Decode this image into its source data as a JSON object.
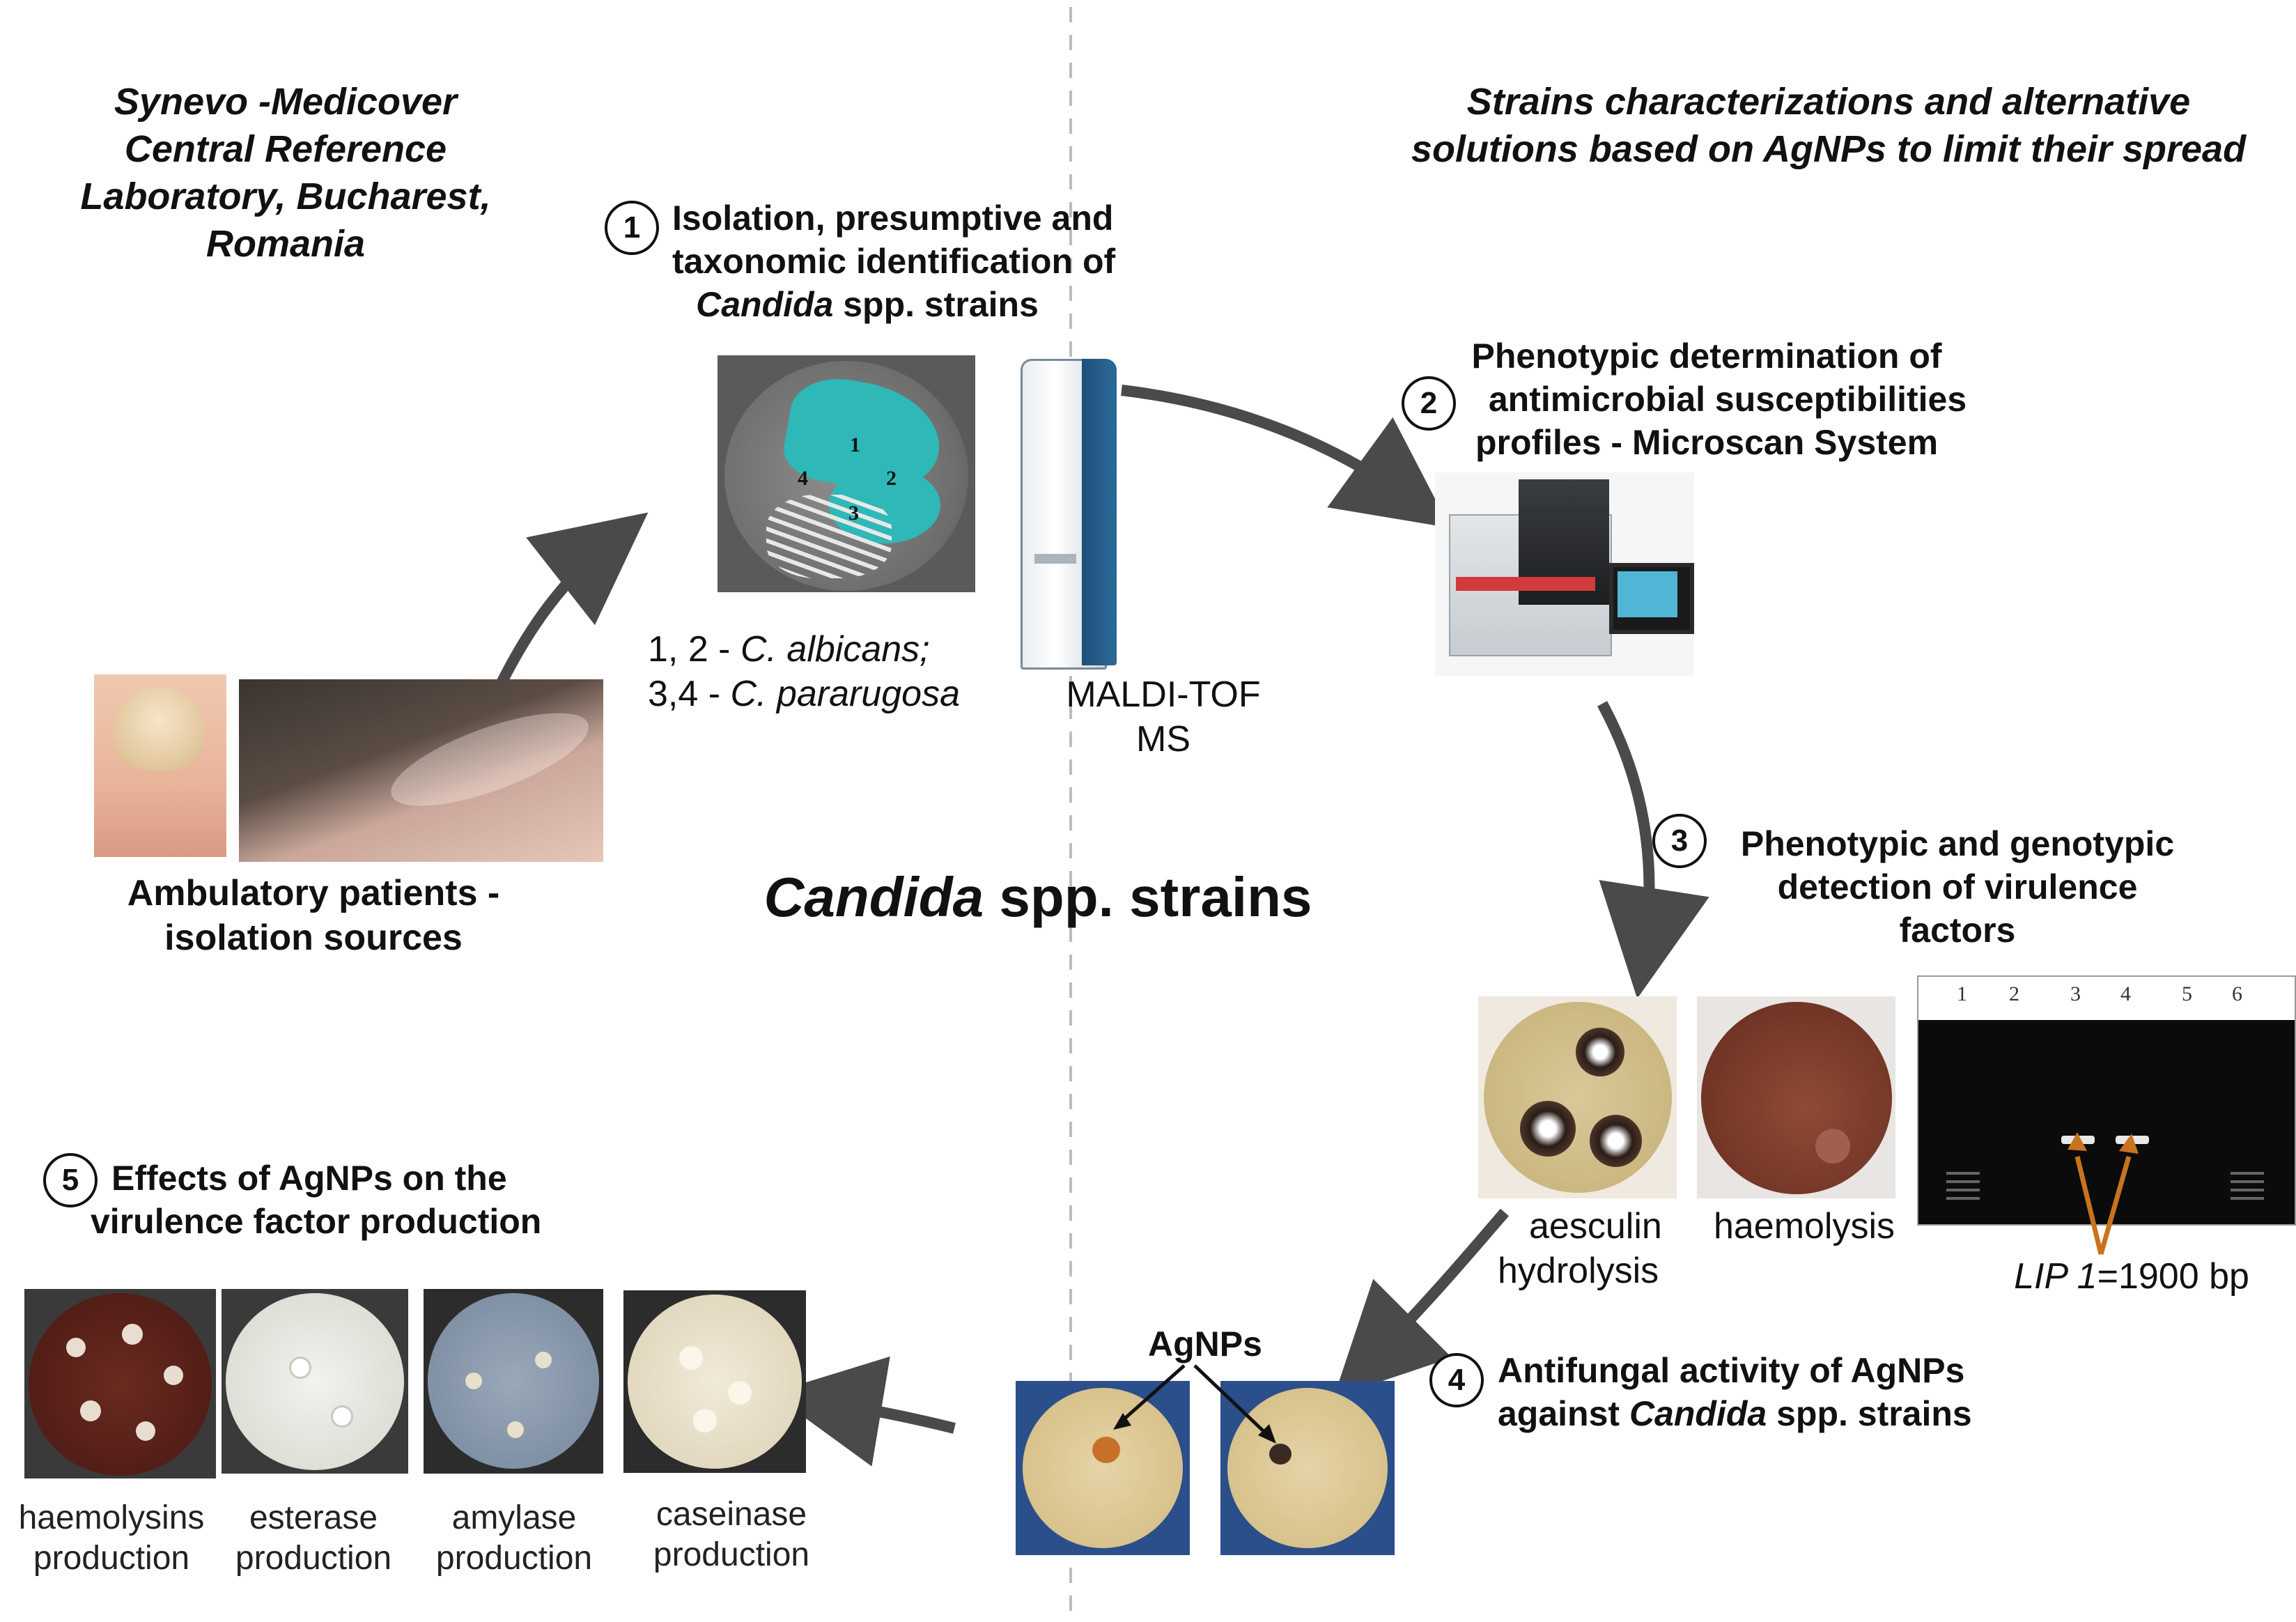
{
  "lab": {
    "line1": "Synevo -Medicover",
    "line2": "Central Reference",
    "line3": "Laboratory, Bucharest,",
    "line4": "Romania"
  },
  "aims": {
    "line1": "Strains characterizations and alternative",
    "line2": "solutions based on AgNPs to limit their spread"
  },
  "center_title": {
    "genus": "Candida",
    "rest": " spp. strains"
  },
  "patients": {
    "line1": "Ambulatory patients -",
    "line2": "isolation sources"
  },
  "step1": {
    "num": "1",
    "line1": "Isolation,  presumptive and",
    "line2": "taxonomic identification of",
    "line3_genus": "Candida",
    "line3_rest": " spp. strains",
    "plate_labels": [
      "1",
      "2",
      "3",
      "4"
    ],
    "species1_prefix": "1, 2 - ",
    "species1_name": "C. albicans;",
    "species2_prefix": "3,4 - ",
    "species2_name": "C. pararugosa",
    "maldi_line1": "MALDI-TOF",
    "maldi_line2": "MS"
  },
  "step2": {
    "num": "2",
    "line1": "Phenotypic determination of",
    "line2": "antimicrobial susceptibilities",
    "line3": "profiles - Microscan System"
  },
  "step3": {
    "num": "3",
    "line1": "Phenotypic and genotypic",
    "line2": "detection of  virulence",
    "line3": "factors",
    "aesculin_line1": "aesculin",
    "aesculin_line2": "hydrolysis",
    "haemolysis": "haemolysis",
    "lanes": [
      "1",
      "2",
      "3",
      "4",
      "5",
      "6"
    ],
    "lip_gene": "LIP 1",
    "lip_size": "=1900 bp"
  },
  "step4": {
    "num": "4",
    "line1": "Antifungal activity of AgNPs",
    "line2_prefix": "against ",
    "line2_genus": "Candida",
    "line2_rest": " spp. strains",
    "agnps_label": "AgNPs"
  },
  "step5": {
    "num": "5",
    "line1": "Effects of AgNPs on the",
    "line2": "virulence factor production",
    "tests": [
      {
        "line1": "haemolysins",
        "line2": "production"
      },
      {
        "line1": "esterase",
        "line2": "production"
      },
      {
        "line1": "amylase",
        "line2": "production"
      },
      {
        "line1": "caseinase",
        "line2": "production"
      }
    ]
  },
  "colors": {
    "arrow": "#4a4a4a",
    "divider": "#bdbdbd",
    "teal_colony": "#2fb8b8",
    "blood_agar": "#7a3a2c",
    "gel_band_arrow": "#c8731e"
  }
}
